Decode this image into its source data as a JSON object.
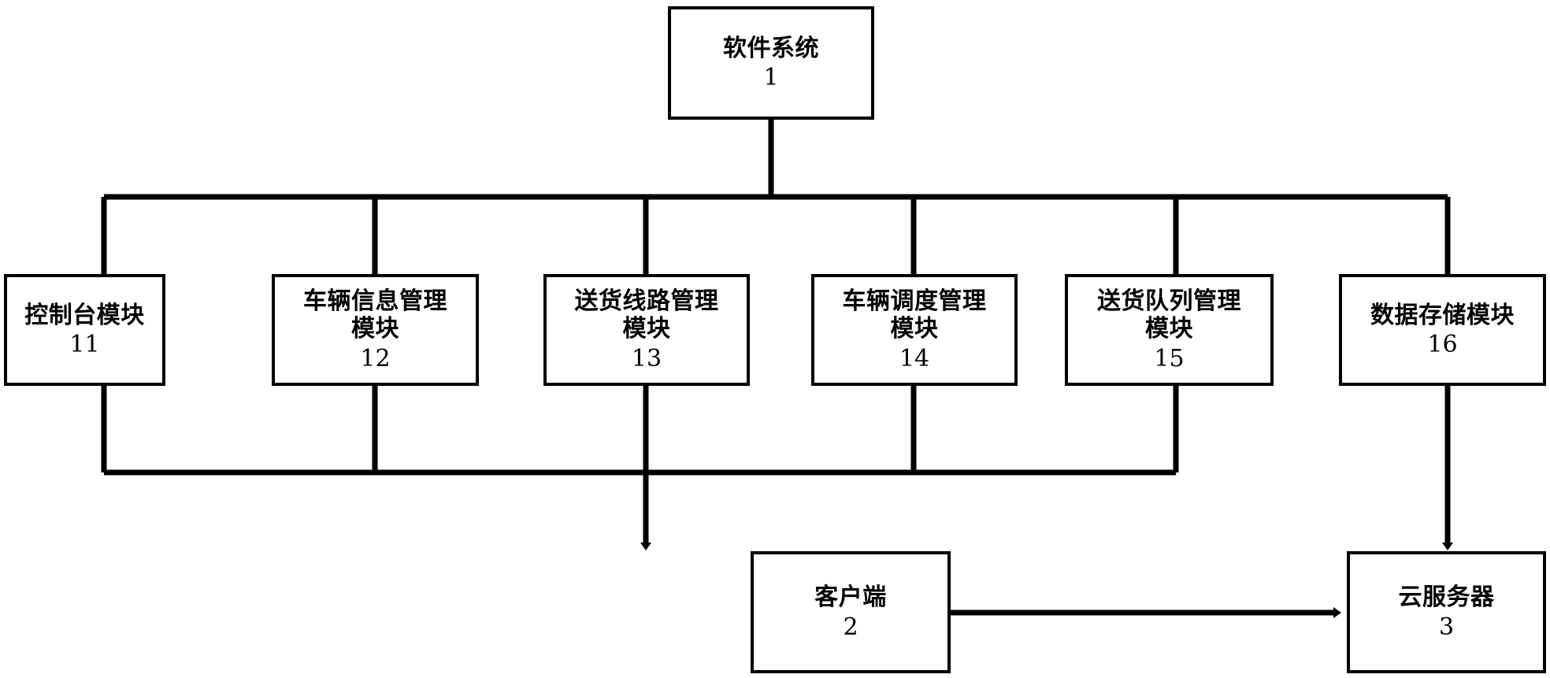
{
  "diagram": {
    "type": "block-diagram",
    "language": "zh-CN",
    "background_color": "#ffffff",
    "line_color": "#000000",
    "root": {
      "title": "软件系统",
      "ref": "1"
    },
    "modules": [
      {
        "title": "控制台模块",
        "ref": "11"
      },
      {
        "title": "车辆信息管理\n模块",
        "ref": "12"
      },
      {
        "title": "送货线路管理\n模块",
        "ref": "13"
      },
      {
        "title": "车辆调度管理\n模块",
        "ref": "14"
      },
      {
        "title": "送货队列管理\n模块",
        "ref": "15"
      },
      {
        "title": "数据存储模块",
        "ref": "16"
      }
    ],
    "endpoints": [
      {
        "title": "客户端",
        "ref": "2"
      },
      {
        "title": "云服务器",
        "ref": "3"
      }
    ]
  }
}
